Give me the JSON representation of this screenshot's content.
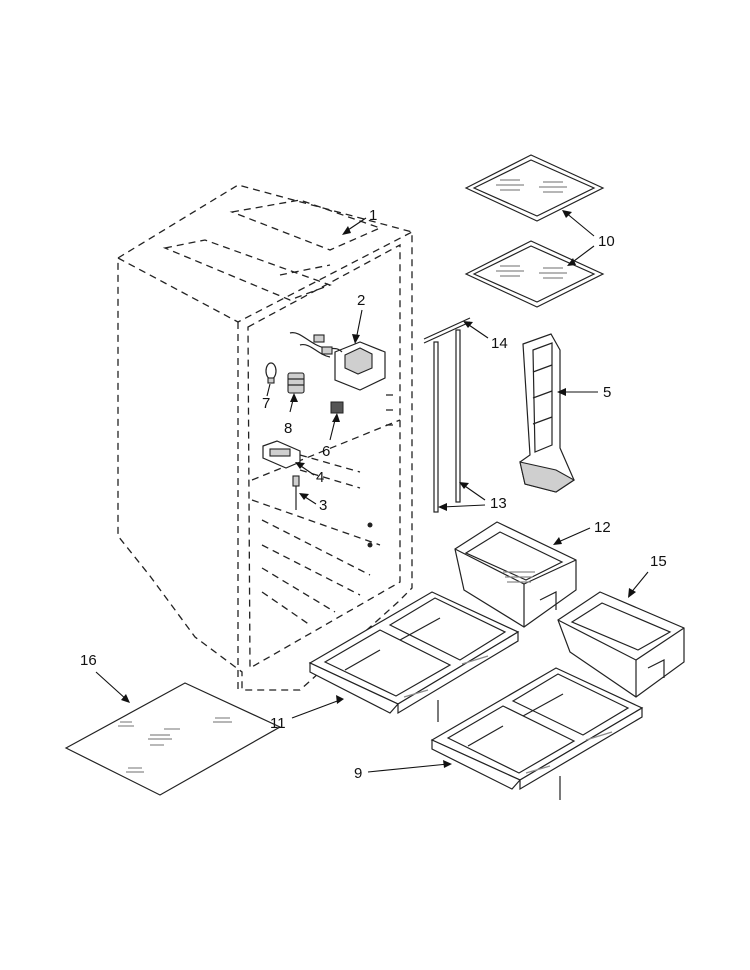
{
  "diagram": {
    "callouts": [
      {
        "id": "1",
        "label": "1"
      },
      {
        "id": "2",
        "label": "2"
      },
      {
        "id": "3",
        "label": "3"
      },
      {
        "id": "4",
        "label": "4"
      },
      {
        "id": "5",
        "label": "5"
      },
      {
        "id": "6",
        "label": "6"
      },
      {
        "id": "7",
        "label": "7"
      },
      {
        "id": "8",
        "label": "8"
      },
      {
        "id": "9",
        "label": "9"
      },
      {
        "id": "10",
        "label": "10"
      },
      {
        "id": "11",
        "label": "11"
      },
      {
        "id": "12",
        "label": "12"
      },
      {
        "id": "13",
        "label": "13"
      },
      {
        "id": "14",
        "label": "14"
      },
      {
        "id": "15",
        "label": "15"
      },
      {
        "id": "16",
        "label": "16"
      }
    ],
    "colors": {
      "line": "#222222",
      "part_fill": "#ffffff",
      "shade": "#cfcfcf",
      "hatch": "#8a8a8a"
    }
  }
}
